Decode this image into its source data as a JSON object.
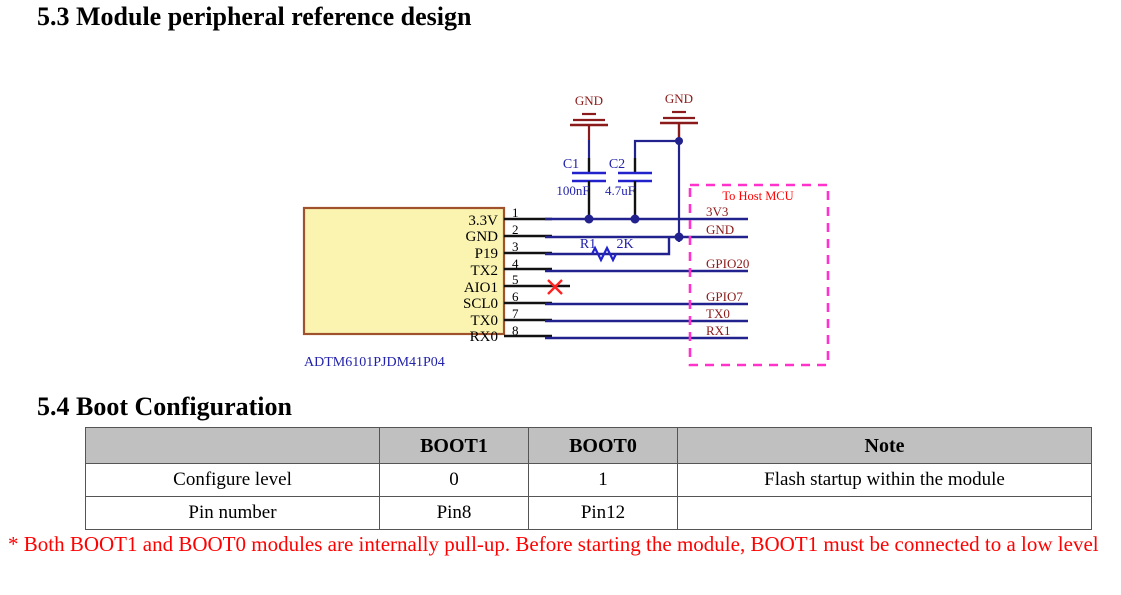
{
  "document": {
    "sections": [
      {
        "number": "5.3",
        "title": "5.3 Module peripheral reference design"
      },
      {
        "number": "5.4",
        "title": "5.4 Boot Configuration"
      }
    ]
  },
  "schematic": {
    "module": {
      "part_number": "ADTM6101PJDM41P04",
      "fill_color": "#faf4b0",
      "border_color": "#a0522d",
      "label_color": "#2222aa",
      "pins": [
        {
          "number": "1",
          "name": "3.3V"
        },
        {
          "number": "2",
          "name": "GND"
        },
        {
          "number": "3",
          "name": "P19"
        },
        {
          "number": "4",
          "name": "TX2"
        },
        {
          "number": "5",
          "name": "AIO1"
        },
        {
          "number": "6",
          "name": "SCL0"
        },
        {
          "number": "7",
          "name": "TX0"
        },
        {
          "number": "8",
          "name": "RX0"
        }
      ]
    },
    "grounds": [
      {
        "label": "GND",
        "color": "#8b1a1a"
      },
      {
        "label": "GND",
        "color": "#8b1a1a"
      }
    ],
    "capacitors": [
      {
        "ref": "C1",
        "value": "100nF",
        "color": "#2222cc"
      },
      {
        "ref": "C2",
        "value": "4.7uF",
        "color": "#2222cc"
      }
    ],
    "resistors": [
      {
        "ref": "R1",
        "value": "2K",
        "color": "#2222cc"
      }
    ],
    "no_connect": {
      "marker": "X",
      "color": "#ff2222",
      "pin": "5"
    },
    "host": {
      "title": "To Host MCU",
      "title_color": "#ff0000",
      "border_color": "#ff33cc",
      "nets": [
        {
          "label": "3V3"
        },
        {
          "label": "GND"
        },
        {
          "label": "GPIO20"
        },
        {
          "label": "GPIO7"
        },
        {
          "label": "TX0"
        },
        {
          "label": "RX1"
        }
      ]
    },
    "wire_color": "#22228f"
  },
  "boot_table": {
    "headers": [
      "",
      "BOOT1",
      "BOOT0",
      "Note"
    ],
    "header_bg": "#c0c0c0",
    "rows": [
      [
        "Configure level",
        "0",
        "1",
        "Flash startup within the module"
      ],
      [
        "Pin number",
        "Pin8",
        "Pin12",
        ""
      ]
    ]
  },
  "footnote": {
    "text": "* Both BOOT1 and BOOT0 modules are internally pull-up. Before starting the module, BOOT1 must be connected to a low level",
    "color": "#ff0000"
  }
}
